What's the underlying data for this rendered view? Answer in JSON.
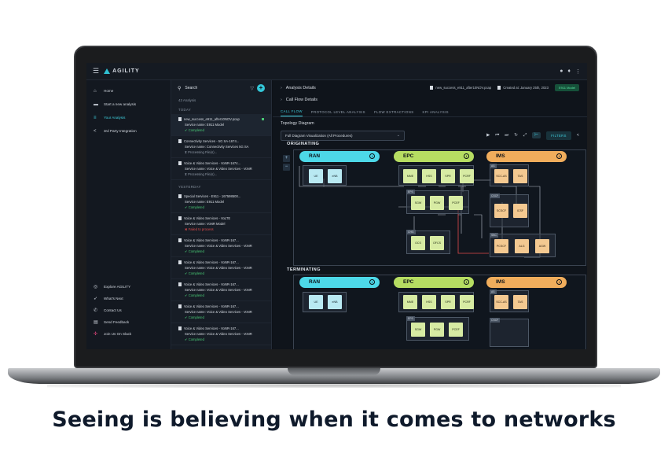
{
  "app": {
    "name": "AGILITY"
  },
  "nav": {
    "items": [
      {
        "label": "Home",
        "icon": "home-icon"
      },
      {
        "label": "Start a new analysis",
        "icon": "folder-plus-icon"
      },
      {
        "label": "Your Analysis",
        "icon": "list-icon",
        "active": true
      },
      {
        "label": "3rd Party Integration",
        "icon": "share-icon"
      }
    ],
    "bottom": [
      {
        "label": "Explore AGILITY",
        "icon": "compass-icon"
      },
      {
        "label": "What's Next",
        "icon": "rocket-icon"
      },
      {
        "label": "Contact Us",
        "icon": "phone-icon"
      },
      {
        "label": "Send Feedback",
        "icon": "chat-icon"
      },
      {
        "label": "Join Us On Slack",
        "icon": "slack-icon"
      }
    ]
  },
  "list": {
    "search_label": "Search",
    "count": "43 Analysis",
    "groups": [
      {
        "title": "TODAY",
        "items": [
          {
            "name": "new_success_e911_after10NOV.pcap",
            "service": "Service name: E911 Model",
            "status": "Completed",
            "state": "ok",
            "selected": true
          },
          {
            "name": "Connectivity Services - 5G SA-1674...",
            "service": "Service name: Connectivity Services 5G SA",
            "status": "Processing File(s)...",
            "state": "proc"
          },
          {
            "name": "Voice & Video Services - VoNR-1674...",
            "service": "Service name: Voice & Video Services - VoNR",
            "status": "Processing File(s)...",
            "state": "proc"
          }
        ]
      },
      {
        "title": "YESTERDAY",
        "items": [
          {
            "name": "Special Services - E911 - 167598500...",
            "service": "Service name: E911 Model",
            "status": "Completed",
            "state": "ok"
          },
          {
            "name": "Voice & Video Services - VoLTE",
            "service": "Service name: VoNR Model",
            "status": "Failed to process",
            "state": "fail"
          },
          {
            "name": "Voice & Video Services - VoNR-167...",
            "service": "Service name: Voice & Video Services - VoNR",
            "status": "Completed",
            "state": "ok"
          },
          {
            "name": "Voice & Video Services - VoNR-167...",
            "service": "Service name: Voice & Video Services - VoNR",
            "status": "Completed",
            "state": "ok"
          },
          {
            "name": "Voice & Video Services - VoNR-167...",
            "service": "Service name: Voice & Video Services - VoNR",
            "status": "Completed",
            "state": "ok"
          },
          {
            "name": "Voice & Video Services - VoNR-167...",
            "service": "Service name: Voice & Video Services - VoNR",
            "status": "Completed",
            "state": "ok"
          },
          {
            "name": "Voice & Video Services - VoNR-167...",
            "service": "Service name: Voice & Video Services - VoNR",
            "status": "Completed",
            "state": "ok"
          }
        ]
      }
    ]
  },
  "main": {
    "analysis_details": "Analysis Details",
    "call_flow_details": "Call Flow Details",
    "file_name": "new_success_e911_after10NOV.pcap",
    "created": "Created at: January 25th, 2023",
    "model_badge": "E911 Model",
    "tabs": [
      "CALL FLOW",
      "PROTOCOL LEVEL ANALYSIS",
      "FLOW EXTRACTIONS",
      "KPI ANALYSIS"
    ],
    "topology_title": "Topology Diagram",
    "diagram_select": "Full Diagram Visualization (All Procedures)",
    "filters_label": "FILTERS",
    "sections": {
      "originating": "ORIGINATING",
      "terminating": "TERMINATING"
    },
    "domains": {
      "ran": "RAN",
      "epc": "EPC",
      "ims": "IMS"
    },
    "nodes": {
      "ue": "UE",
      "enb": "eNB",
      "mme": "MME",
      "hss": "HSS",
      "spr": "SPR",
      "pcrf": "PCRF",
      "sgw": "SGW",
      "pgw": "PGW",
      "pcef": "PCEF",
      "ocs": "OCS",
      "ofcs": "OFCS",
      "sccas": "SCC-AS",
      "tas": "TAS",
      "scscf": "SCSCF",
      "icsf": "ICSF",
      "pcscf": "PCSCF",
      "alg": "ALG",
      "agw": "AGW"
    },
    "group_tags": {
      "eps": "EPS",
      "chg": "CHG",
      "as": "AS",
      "cscf": "CSCF",
      "sbc": "SBC"
    }
  },
  "caption": "Seeing is believing when it comes to networks",
  "colors": {
    "accent": "#3fd0df",
    "ran": "#4dd8e8",
    "epc": "#b6dd62",
    "ims": "#f0ad5c",
    "ok": "#48c774",
    "fail": "#e04a4a"
  }
}
